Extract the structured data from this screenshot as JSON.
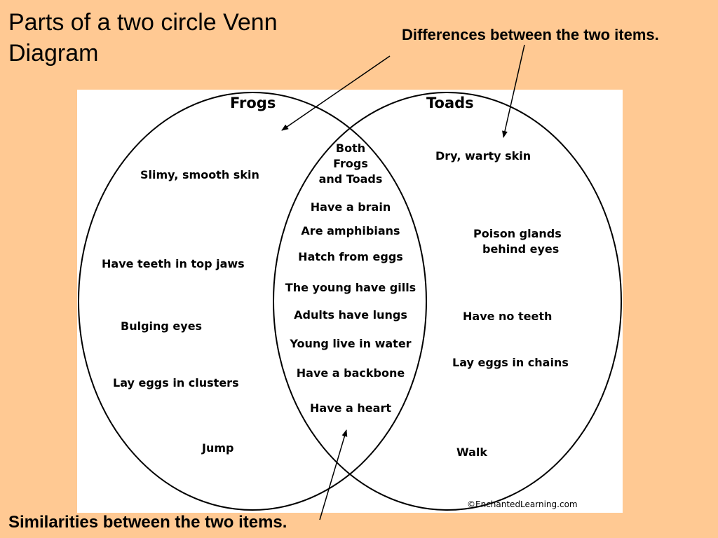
{
  "slide": {
    "title": "Parts of a two circle Venn Diagram",
    "callout_differences": "Differences between the two items.",
    "callout_similarities": "Similarities between the two items."
  },
  "venn": {
    "left_title": "Frogs",
    "right_title": "Toads",
    "overlap_title_lines": [
      "Both",
      "Frogs",
      "and Toads"
    ],
    "left_items": [
      "Slimy, smooth skin",
      "Have teeth in top jaws",
      "Bulging eyes",
      "Lay eggs in clusters",
      "Jump"
    ],
    "right_items": [
      "Dry, warty skin",
      "Poison glands",
      "behind eyes",
      "Have no teeth",
      "Lay eggs in chains",
      "Walk"
    ],
    "overlap_items": [
      "Have a brain",
      "Are amphibians",
      "Hatch from eggs",
      "The young have gills",
      "Adults have lungs",
      "Young live in water",
      "Have a backbone",
      "Have a heart"
    ],
    "copyright": "©EnchantedLearning.com"
  },
  "colors": {
    "background": "#ffc993",
    "panel": "#ffffff",
    "ink": "#000000"
  }
}
